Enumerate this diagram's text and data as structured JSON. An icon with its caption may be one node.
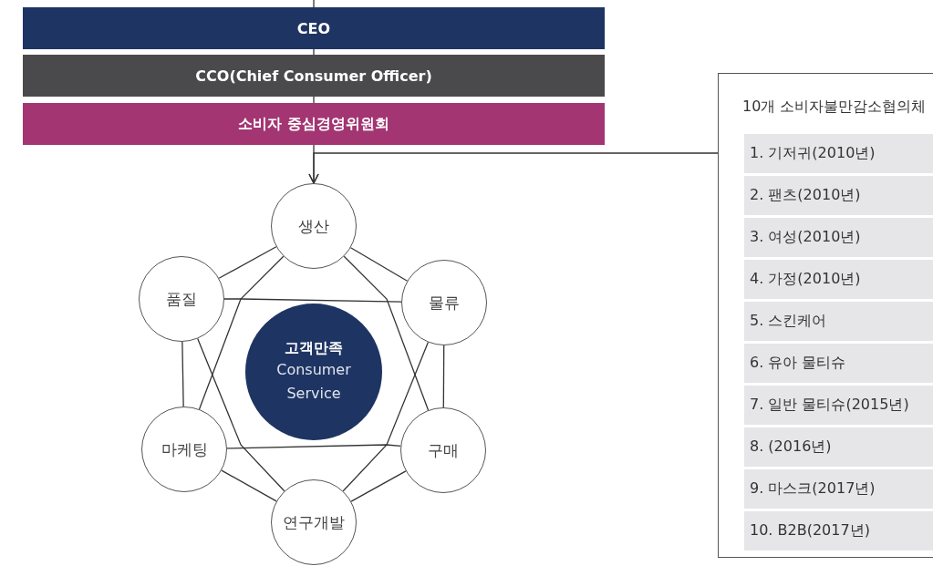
{
  "diagram": {
    "nodes": [
      {
        "text": [
          "CEO"
        ]
      },
      {
        "text": [
          "CCO(Chief Consumer Officer)"
        ]
      },
      {
        "text": [
          "소비자 중심경영위원회"
        ]
      },
      {
        "text": [
          "10개 소비자불만감소협의체"
        ]
      },
      {
        "text": [
          "1. 기저귀(2010년)"
        ],
        "in": 3
      },
      {
        "text": [
          "2. 팬츠(2010년)"
        ],
        "in": 3
      },
      {
        "text": [
          "3. 여성(2010년)"
        ],
        "in": 3
      },
      {
        "text": [
          "4. 가정(2010년)"
        ],
        "in": 3
      },
      {
        "text": [
          "5. 스킨케어"
        ],
        "in": 3
      },
      {
        "text": [
          "6. 유아 물티슈"
        ],
        "in": 3
      },
      {
        "text": [
          "7. 일반 물티슈(2015년)"
        ],
        "in": 3
      },
      {
        "text": [
          "8. (2016년)"
        ],
        "in": 3
      },
      {
        "text": [
          "9. 마스크(2017년)"
        ],
        "in": 3
      },
      {
        "text": [
          "10. B2B(2017년)"
        ],
        "in": 3
      },
      {
        "text": [
          "생산"
        ]
      },
      {
        "text": [
          "품질"
        ]
      },
      {
        "text": [
          "물류"
        ]
      },
      {
        "text": [
          "고객만족",
          "Consumer Service"
        ]
      },
      {
        "text": [
          "마케팅"
        ]
      },
      {
        "text": [
          "구매"
        ]
      },
      {
        "text": [
          "연구개발"
        ]
      }
    ],
    "edges": [
      {
        "from": null,
        "to": 0,
        "arrow": "none"
      },
      {
        "from": 0,
        "to": 1,
        "arrow": "none"
      },
      {
        "from": 1,
        "to": 2,
        "arrow": "none"
      },
      {
        "from": 2,
        "to": 14,
        "arrow": "to"
      },
      {
        "from": 3,
        "to": 14,
        "arrow": "to"
      },
      {
        "from": 14,
        "to": 16,
        "arrow": "none"
      },
      {
        "from": 16,
        "to": 19,
        "arrow": "none"
      },
      {
        "from": 19,
        "to": 20,
        "arrow": "none"
      },
      {
        "from": 20,
        "to": 18,
        "arrow": "none"
      },
      {
        "from": 18,
        "to": 15,
        "arrow": "none"
      },
      {
        "from": 15,
        "to": 14,
        "arrow": "none"
      },
      {
        "from": 15,
        "to": 16,
        "arrow": "none"
      },
      {
        "from": 18,
        "to": 19,
        "arrow": "none"
      },
      {
        "from": 14,
        "to": 18,
        "arrow": "none"
      },
      {
        "from": 14,
        "to": 19,
        "arrow": "none"
      },
      {
        "from": 15,
        "to": 20,
        "arrow": "none"
      },
      {
        "from": 16,
        "to": 20,
        "arrow": "none"
      }
    ]
  }
}
